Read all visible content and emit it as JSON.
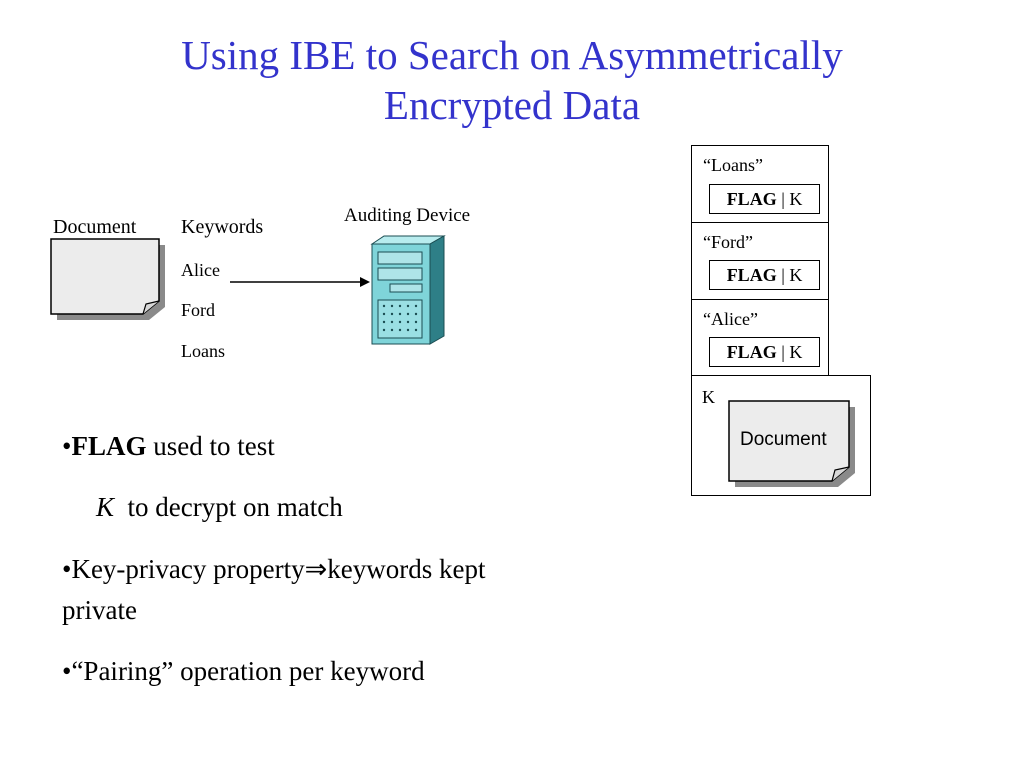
{
  "title": {
    "line1": "Using IBE to Search on Asymmetrically",
    "line2": "Encrypted Data"
  },
  "left_diagram": {
    "document_label": "Document",
    "keywords_header": "Keywords",
    "keywords": [
      "Alice",
      "Ford",
      "Loans"
    ],
    "device_label": "Auditing Device"
  },
  "right_diagram": {
    "entries": [
      {
        "keyword": "“Loans”",
        "flag": "FLAG",
        "sep": "|",
        "k": "K"
      },
      {
        "keyword": "“Ford”",
        "flag": "FLAG",
        "sep": "|",
        "k": "K"
      },
      {
        "keyword": "“Alice”",
        "flag": "FLAG",
        "sep": "|",
        "k": "K"
      }
    ],
    "k_label": "K",
    "document_label": "Document"
  },
  "bullets": {
    "b1_bullet": "•",
    "b1_bold": "FLAG",
    "b1_rest": " used to test",
    "b1_cont_k": "K",
    "b1_cont_rest": "to decrypt on match",
    "b2_prefix": "•Key-privacy property",
    "b2_arrow": "⇒",
    "b2_suffix": "keywords kept",
    "b2_line2": "private",
    "b3": "•“Pairing” operation per keyword"
  }
}
